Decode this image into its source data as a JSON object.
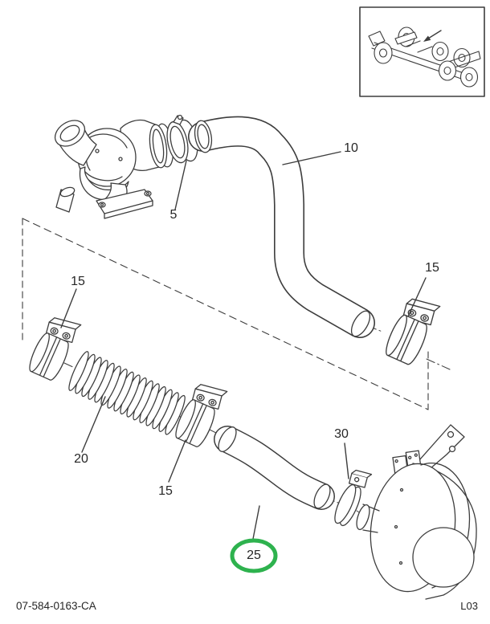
{
  "page": {
    "footer_left": "07-584-0163-CA",
    "footer_right": "L03"
  },
  "highlight": {
    "color": "#2eb24e",
    "target_callout": "25"
  },
  "callouts": [
    {
      "label": "5"
    },
    {
      "label": "10"
    },
    {
      "label": "15"
    },
    {
      "label": "15"
    },
    {
      "label": "20"
    },
    {
      "label": "15"
    },
    {
      "label": "25"
    },
    {
      "label": "30"
    }
  ]
}
